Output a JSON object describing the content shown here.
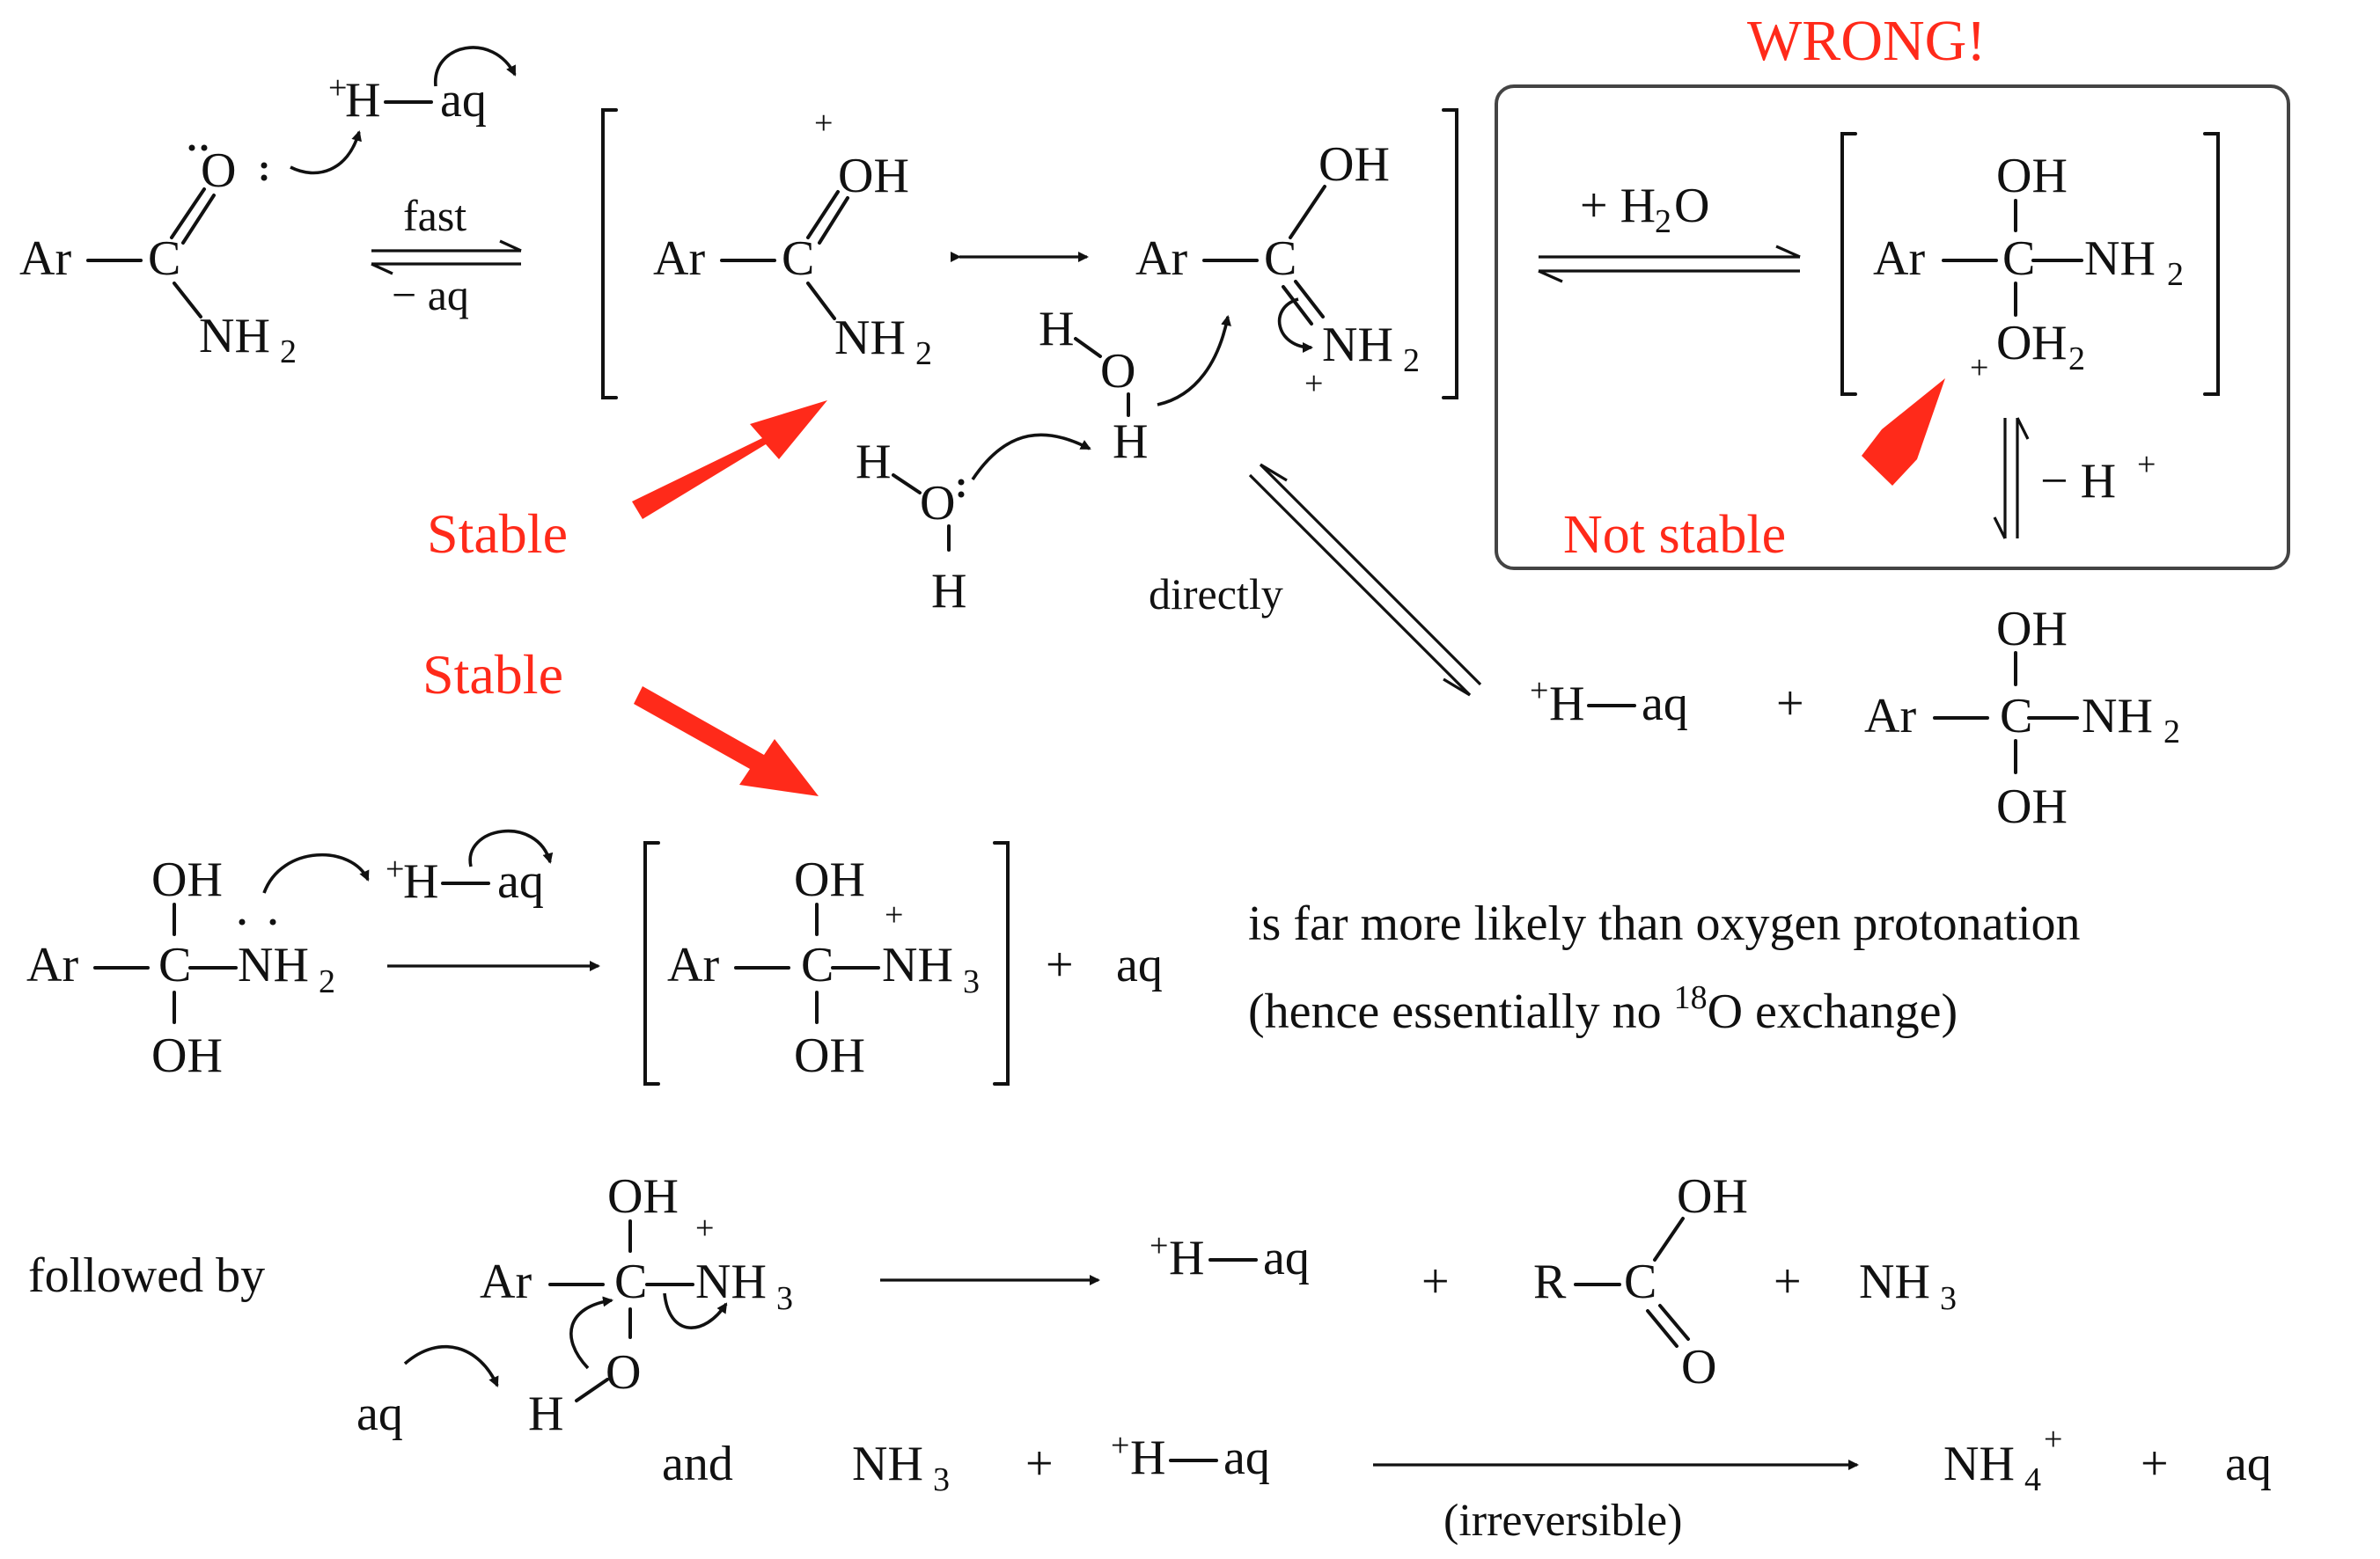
{
  "labels": {
    "wrong": "WRONG!",
    "stable": "Stable",
    "not_stable": "Not stable",
    "fast": "fast",
    "minus_aq": "− aq",
    "plus_h2o": "+ H",
    "minus_h": "− H",
    "directly": "directly",
    "note_line1": "is far more likely than oxygen protonation",
    "note_line2_pre": "(hence essentially no ",
    "note_line2_sup": "18",
    "note_line2_post": "O exchange)",
    "followed_by": "followed by",
    "and": "and",
    "irreversible": "(irreversible)",
    "plus": "+"
  },
  "atoms": {
    "Ar": "Ar",
    "C": "C",
    "O": "O",
    "OH": "OH",
    "NH": "NH",
    "H": "H",
    "aq": "aq",
    "R": "R",
    "sub2": "2",
    "sub3": "3",
    "sub4": "4",
    "charge": "+"
  },
  "colors": {
    "accent_red": "#ff2a1a",
    "ink": "#111111",
    "box_border": "#444444"
  }
}
